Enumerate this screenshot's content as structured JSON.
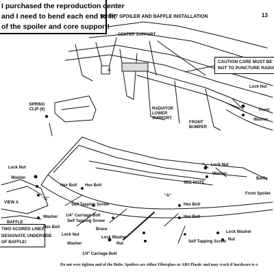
{
  "note": {
    "lines": [
      "I purchased the reproduction center",
      "and I need to bend each end to fit",
      "of the spoiler and core support!"
    ]
  },
  "header": {
    "title": "FRONT SPOILER AND BAFFLE INSTALLATION",
    "page_number": "13"
  },
  "caution": {
    "lines": [
      "CAUTION CARE MUST BE TA",
      "NOT TO PUNCTURE RADIAT"
    ]
  },
  "scored_note": {
    "lines": [
      "TWO SCORED LINES",
      "DESIGNATE UNDERSIDE",
      "OF BAFFLE!"
    ]
  },
  "labels": {
    "center_support": "CENTER SUPPORT",
    "a_marker": "A",
    "spring_clip_1": "SPRING",
    "spring_clip_2": "CLIP (6)",
    "radiator_1": "RADIATOR",
    "radiator_2": "LOWER",
    "radiator_3": "SUPPORT",
    "front_bumper_1": "FRONT",
    "front_bumper_2": "BUMPER",
    "lock_nut_top": "Lock Nut",
    "front_top": "Front",
    "washer_top": "Washer",
    "lock_nut_mid": "Lock Nut",
    "washer_mid": "Washer",
    "see_note": "SEE NOTE",
    "baffle_right": "Baffle",
    "front_spoiler": "Front Spoiler",
    "lock_nut_left": "Lock Nut",
    "washer_left": "Washer",
    "hex_bolt_left": "Hex Bolt",
    "view_a": "VIEW A",
    "baffle_left": "BAFFLE",
    "washer_bl": "Washer",
    "hex_bolt_bl": "Hex Bolt",
    "hex_bolt_center": "Hex Bolt",
    "self_tapping_1": "Self Tapping Screw",
    "carriage_bolt_1": "1/4\" Carriage Bolt",
    "self_tapping_2": "Self Tapping Screw",
    "brace": "Brace",
    "lock_washer_1": "Lock Washer",
    "nut": "Nut",
    "carriage_bolt_2": "1/4\" Carriage Bolt",
    "lock_nut_bl": "Lock Nut",
    "washer_bl2": "Washer",
    "hex_bolt_r1": "Hex Bolt",
    "hex_bolt_r2": "Hex Bolt",
    "self_tapping_r": "Self Tapping Screw",
    "lock_washer_r": "Lock Washer",
    "nut_r": "Nut",
    "a_lower": "\"A\"",
    "e_marker": "\"E\""
  },
  "footer": {
    "text": "Do not over tighten and of the Bolts. Spoilers are either Fiberglass or ABS Plastic and may crack if hardware is o"
  }
}
